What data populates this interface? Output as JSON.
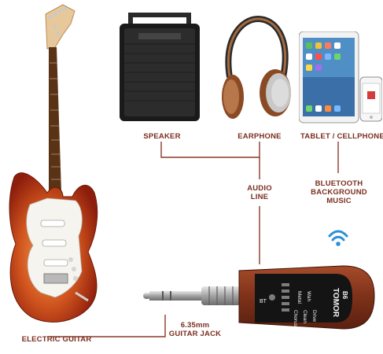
{
  "labels": {
    "speaker": "SPEAKER",
    "earphone": "EARPHONE",
    "tablet": "TABLET / CELLPHONE",
    "audio_line_1": "AUDIO",
    "audio_line_2": "LINE",
    "bluetooth_1": "BLUETOOTH",
    "bluetooth_2": "BACKGROUND",
    "bluetooth_3": "MUSIC",
    "jack_1": "6.35mm",
    "jack_2": "GUITAR JACK",
    "electric_guitar": "ELECTRIC GUITAR"
  },
  "device": {
    "brand": "TOMOR",
    "model": "B6",
    "modes": [
      "Metal",
      "Wah",
      "Chorus",
      "Clean",
      "Drive"
    ],
    "bt_label": "BT"
  },
  "colors": {
    "label": "#7a2f1f",
    "line": "#8a3a28",
    "wood": "#8b3a22",
    "bluetooth": "#2b8fd6",
    "guitar_body": "#c2441c"
  },
  "icons": [
    "bluetooth-wave-icon"
  ]
}
